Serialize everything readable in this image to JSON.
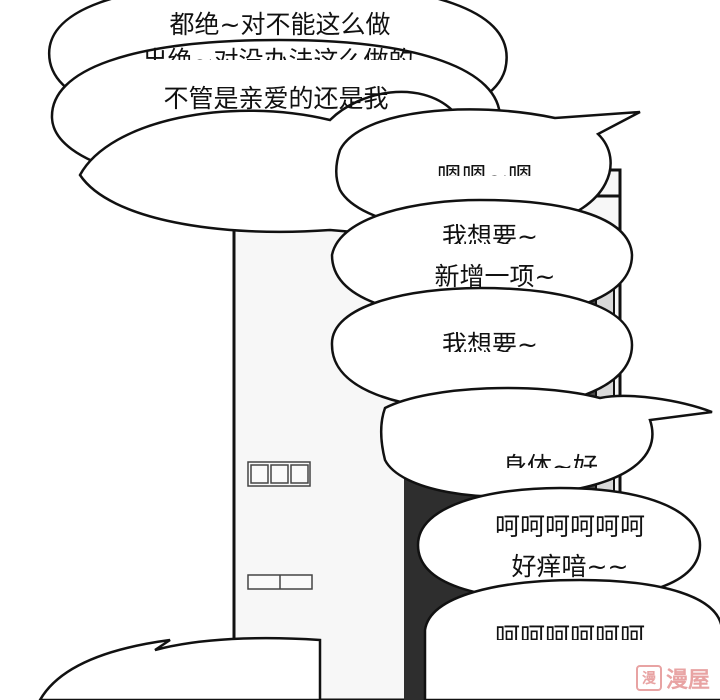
{
  "dialogue": [
    {
      "id": "line-1",
      "text": "都绝~对不能这么做"
    },
    {
      "id": "line-2-partial",
      "text": "出绝~对没办法这么做的"
    },
    {
      "id": "line-3",
      "text": "不管是亲爱的还是我"
    },
    {
      "id": "line-4-partial",
      "text": "嗯嗯~嗯"
    },
    {
      "id": "line-5",
      "text": "我想要~"
    },
    {
      "id": "line-6",
      "text": "新增一项~"
    },
    {
      "id": "line-7",
      "text": "我想要~"
    },
    {
      "id": "line-8-partial",
      "text": "身体~好"
    },
    {
      "id": "line-9",
      "text": "呵呵呵呵呵呵"
    },
    {
      "id": "line-10",
      "text": "好痒喑~~"
    },
    {
      "id": "line-11-partial",
      "text": "呵呵呵呵呵呵"
    }
  ],
  "watermark": {
    "label": "漫屋",
    "glyph": "漫"
  },
  "colors": {
    "ink": "#111111",
    "door_dark": "#2a2a2a",
    "watermark": "#e8a3a3"
  }
}
